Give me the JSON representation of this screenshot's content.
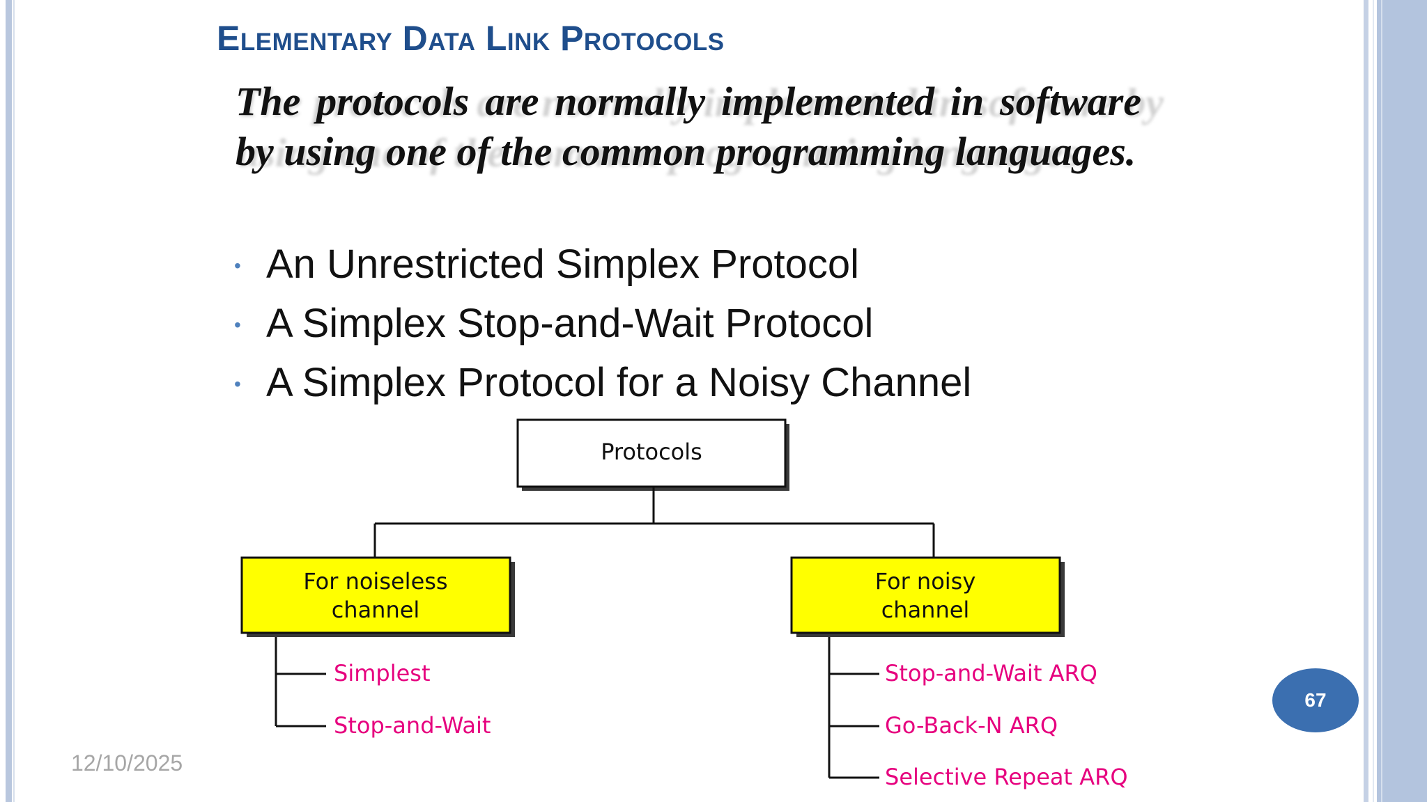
{
  "slide": {
    "title": "Elementary Data Link  Protocols",
    "intro": "The protocols are normally implemented in software by using one of the common programming languages.",
    "bullets": [
      "An Unrestricted Simplex Protocol",
      "A Simplex Stop-and-Wait Protocol",
      "A Simplex Protocol for a Noisy Channel"
    ],
    "page_number": "67",
    "date": "12/10/2025"
  },
  "diagram": {
    "root": "Protocols",
    "branches": [
      {
        "label_line1": "For noiseless",
        "label_line2": "channel",
        "children": [
          "Simplest",
          "Stop-and-Wait"
        ]
      },
      {
        "label_line1": "For noisy",
        "label_line2": "channel",
        "children": [
          "Stop-and-Wait ARQ",
          "Go-Back-N ARQ",
          "Selective Repeat ARQ"
        ]
      }
    ]
  },
  "colors": {
    "title": "#1f4e8c",
    "branch_fill": "#ffff00",
    "leaf_text": "#e6007e",
    "badge": "#3b6fb0",
    "frame": "#b3c4de"
  }
}
